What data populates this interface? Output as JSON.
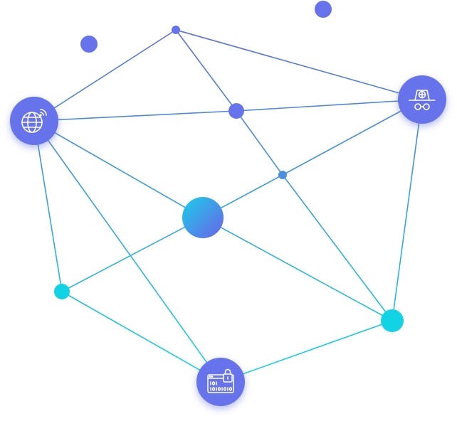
{
  "colors": {
    "background": "#ffffff",
    "edge_top": "#5b6fe0",
    "edge_bottom": "#12d6e6",
    "node_purple": "#6673ea",
    "node_cyan": "#12d3e3",
    "node_gradient_start": "#1ad0e8",
    "node_gradient_end": "#6a62e8",
    "icon_stroke": "#ffffff"
  },
  "nodes": [
    {
      "id": "node-globe",
      "kind": "icon",
      "icon": "globe-wifi-icon",
      "color": "node_purple"
    },
    {
      "id": "node-top",
      "kind": "dot",
      "color": "node_purple"
    },
    {
      "id": "node-mid-upper",
      "kind": "dot",
      "color": "node_purple"
    },
    {
      "id": "node-spy",
      "kind": "icon",
      "icon": "incognito-spy-icon",
      "color": "node_purple"
    },
    {
      "id": "node-small-junction",
      "kind": "dot",
      "color": "node_purple"
    },
    {
      "id": "node-center",
      "kind": "dot",
      "color": "gradient"
    },
    {
      "id": "node-left-low",
      "kind": "dot",
      "color": "node_cyan"
    },
    {
      "id": "node-right-low",
      "kind": "dot",
      "color": "node_cyan"
    },
    {
      "id": "node-data-lock",
      "kind": "icon",
      "icon": "binary-data-lock-icon",
      "color": "node_purple"
    },
    {
      "id": "node-float-1",
      "kind": "dot",
      "color": "node_purple"
    },
    {
      "id": "node-float-2",
      "kind": "dot",
      "color": "node_purple"
    }
  ],
  "edges": [
    [
      "node-globe",
      "node-top"
    ],
    [
      "node-globe",
      "node-mid-upper"
    ],
    [
      "node-globe",
      "node-center"
    ],
    [
      "node-globe",
      "node-left-low"
    ],
    [
      "node-globe",
      "node-data-lock"
    ],
    [
      "node-top",
      "node-spy"
    ],
    [
      "node-top",
      "node-mid-upper"
    ],
    [
      "node-mid-upper",
      "node-spy"
    ],
    [
      "node-mid-upper",
      "node-small-junction"
    ],
    [
      "node-spy",
      "node-small-junction"
    ],
    [
      "node-spy",
      "node-right-low"
    ],
    [
      "node-small-junction",
      "node-center"
    ],
    [
      "node-small-junction",
      "node-right-low"
    ],
    [
      "node-center",
      "node-left-low"
    ],
    [
      "node-center",
      "node-right-low"
    ],
    [
      "node-left-low",
      "node-data-lock"
    ],
    [
      "node-data-lock",
      "node-right-low"
    ]
  ]
}
